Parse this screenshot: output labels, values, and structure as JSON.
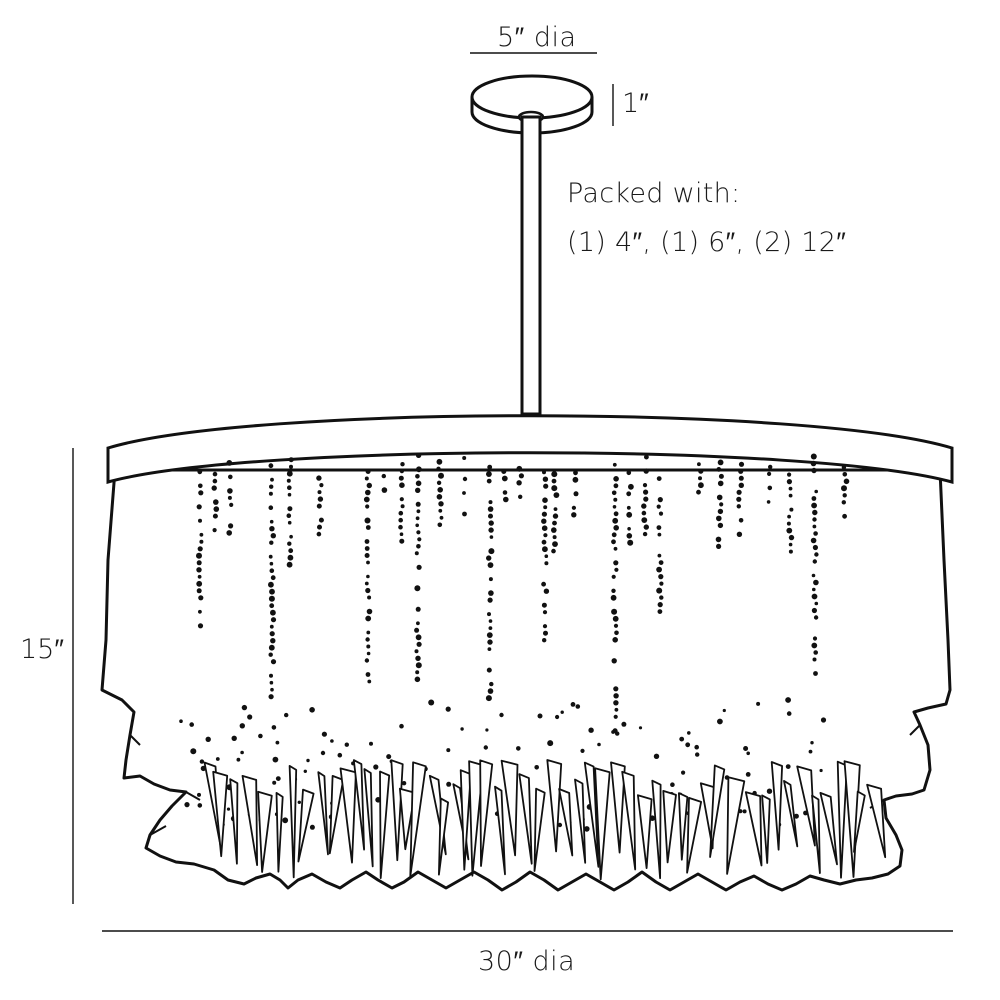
{
  "diagram": {
    "type": "product-dimension-drawing",
    "stroke_color": "#111111",
    "background": "#ffffff"
  },
  "labels": {
    "canopy_diameter": "5″ dia",
    "canopy_height": "1″",
    "packed_title": "Packed with:",
    "packed_rods": "(1) 4″, (1) 6″, (2) 12″",
    "overall_height": "15″",
    "overall_diameter": "30″ dia"
  }
}
